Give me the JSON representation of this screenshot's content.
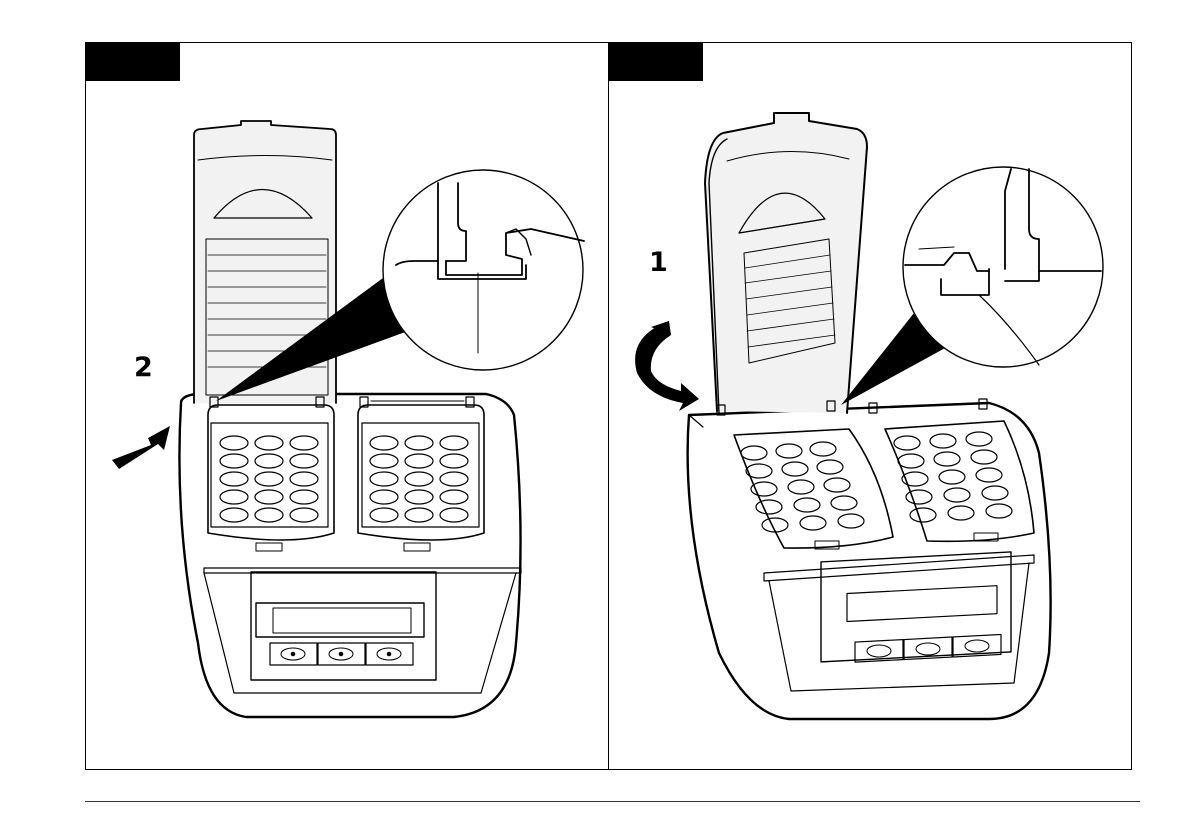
{
  "panels": [
    {
      "step_label": "2",
      "description": "lid-open-push-hinge"
    },
    {
      "step_label": "1",
      "description": "lid-close-rotate"
    }
  ],
  "colors": {
    "ink": "#000000",
    "paper": "#ffffff",
    "lid": "#f2f2f2"
  }
}
